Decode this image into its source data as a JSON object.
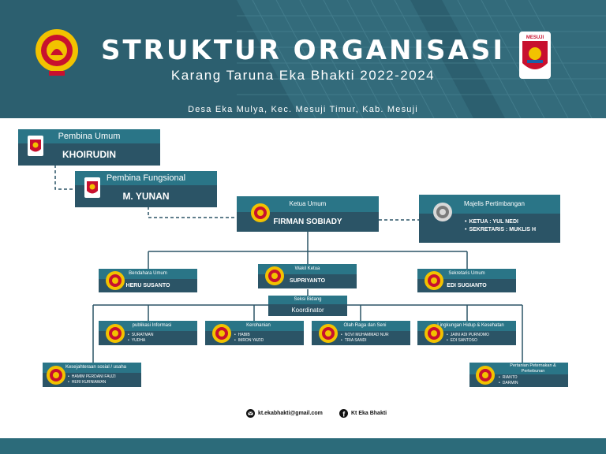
{
  "header": {
    "title": "STRUKTUR ORGANISASI",
    "subtitle": "Karang Taruna Eka Bhakti 2022-2024",
    "location": "Desa Eka Mulya, Kec. Mesuji Timur, Kab. Mesuji",
    "right_logo_text": "MESUJI"
  },
  "colors": {
    "header_bg": "#2c5f6f",
    "box_title": "#2a7587",
    "box_body": "#2b5466",
    "logo_red": "#c8102e",
    "logo_gold": "#f2c200"
  },
  "org": {
    "pembina_umum": {
      "title": "Pembina Umum",
      "name": "KHOIRUDIN"
    },
    "pembina_fungsional": {
      "title": "Pembina Fungsional",
      "name": "M. YUNAN"
    },
    "ketua_umum": {
      "title": "Ketua Umum",
      "name": "FIRMAN SOBIADY"
    },
    "majelis": {
      "title": "Majelis Pertimbangan",
      "members": [
        "KETUA : YUL NEDI",
        "SEKRETARIS : MUKLIS H"
      ]
    },
    "bendahara": {
      "title": "Bendahara Umum",
      "name": "HERU SUSANTO"
    },
    "wakil": {
      "title": "Wakil Ketua",
      "name": "SUPRIYANTO"
    },
    "sekretaris": {
      "title": "Sekretaris Umum",
      "name": "EDI SUGIANTO"
    },
    "seksi": {
      "title": "Seksi Bidang",
      "name": "Koordinator"
    },
    "publikasi": {
      "title": "publikasi Informasi",
      "members": [
        "SURATMAN",
        "YUDHA"
      ]
    },
    "kerohanian": {
      "title": "Kerohanian",
      "members": [
        "HABIB",
        "IMRON YAZID"
      ]
    },
    "olahraga": {
      "title": "Olah Raga dan Seni",
      "members": [
        "NOVI MUHAMMAD NUR",
        "TRIA SANDI"
      ]
    },
    "lingkungan": {
      "title": "Lingkungan Hidup & Kesehatan",
      "members": [
        "JAINI ADI PURNOMO",
        "EDI SANTOSO"
      ]
    },
    "kesejahteraan": {
      "title": "Kesejahteraan sosial / usaha",
      "members": [
        "HAMIM PERDANI FAUZI",
        "HERI KURNIAWAN"
      ]
    },
    "pertanian": {
      "title": "Pertanian Peternakan & Perkebunan",
      "members": [
        "RIANTO",
        "DARMIN"
      ]
    }
  },
  "contacts": {
    "email": "kt.ekabhakti@gmail.com",
    "facebook": "Kt Eka Bhakti",
    "email_icon": "envelope-icon",
    "facebook_icon": "facebook-icon"
  }
}
